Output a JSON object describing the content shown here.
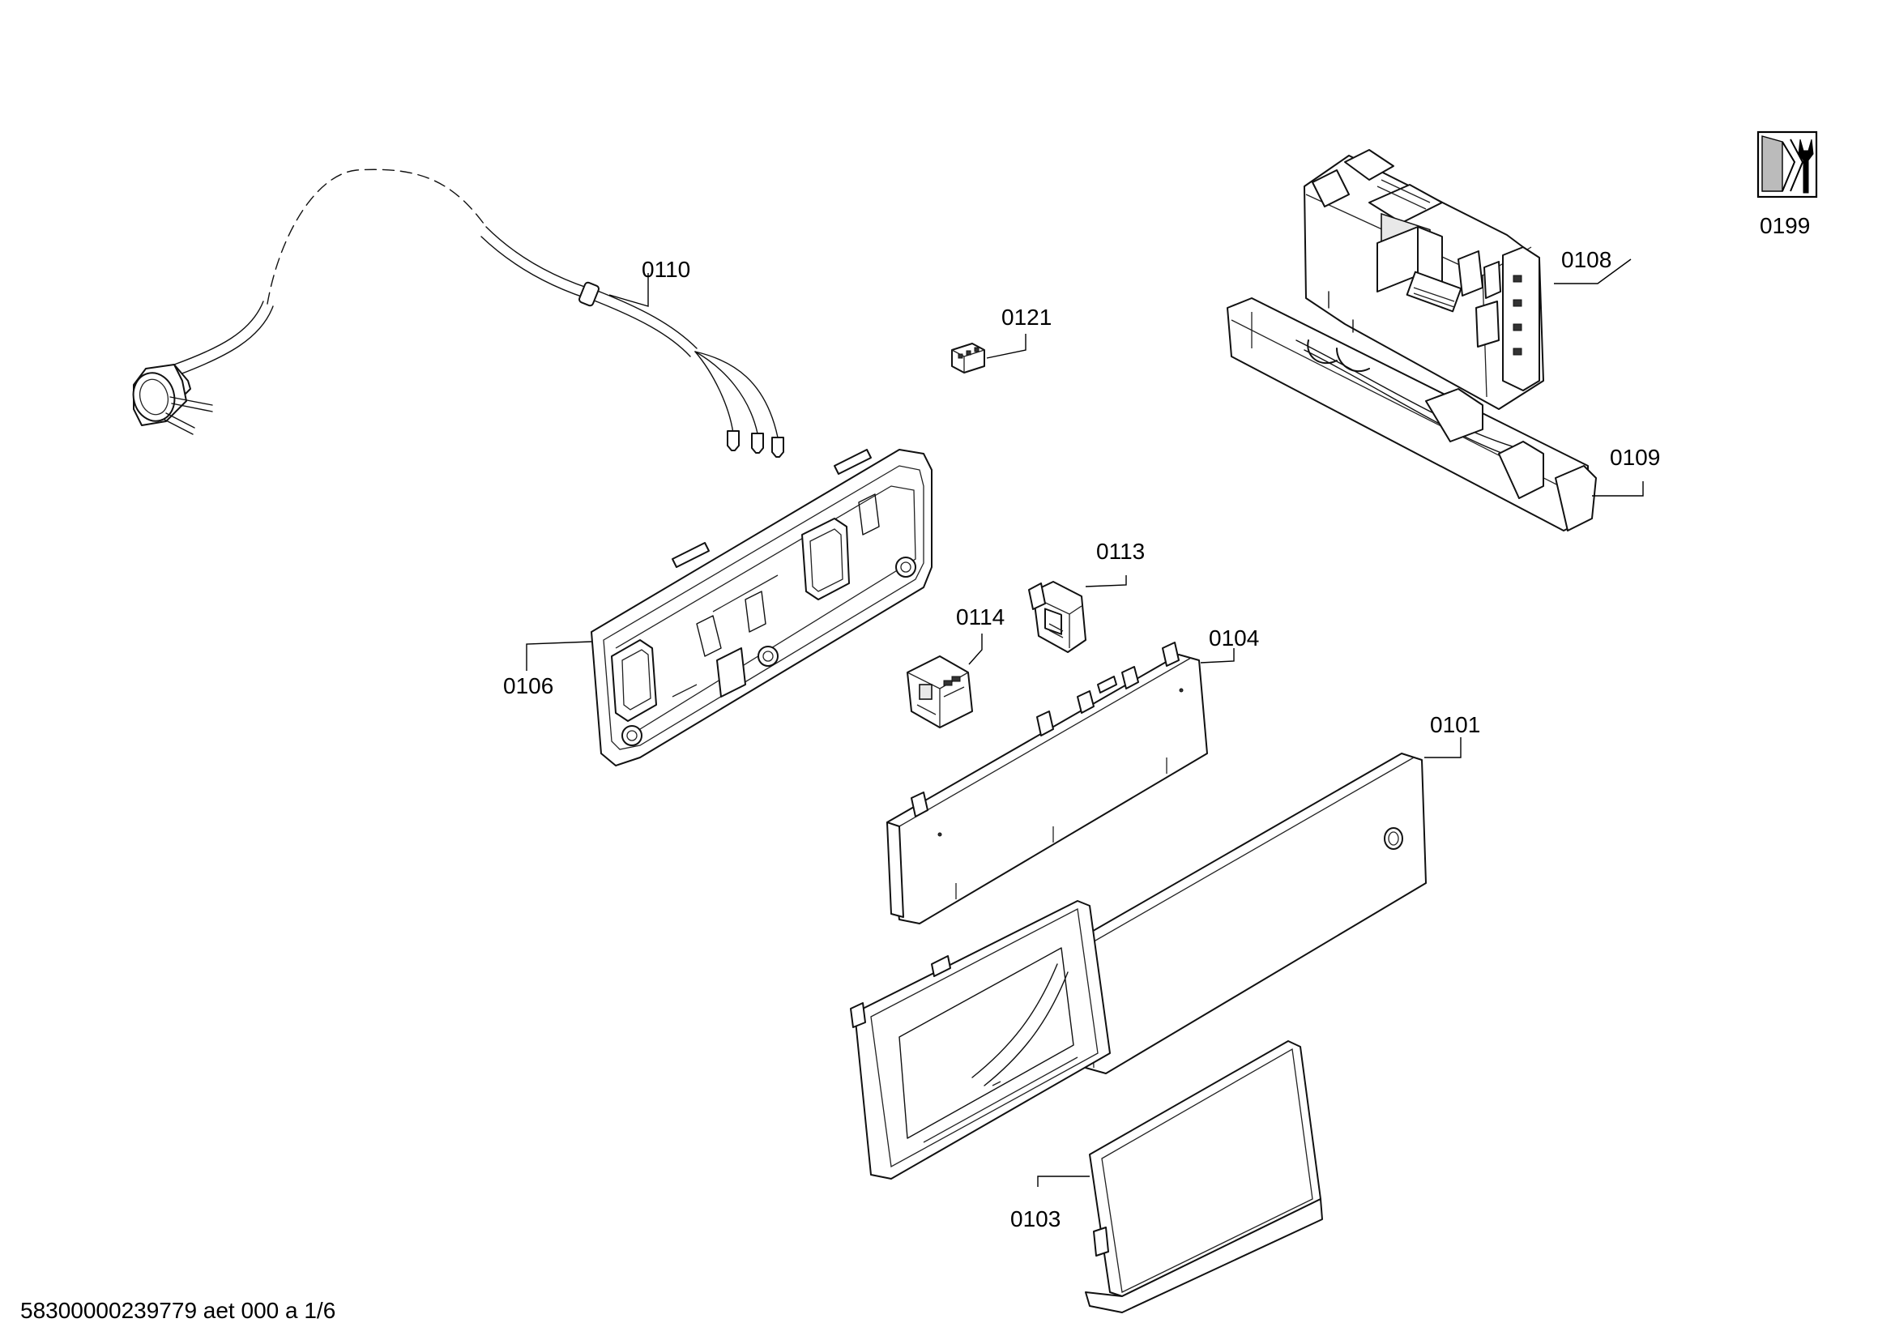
{
  "parts": [
    {
      "id": "0101",
      "label": "0101"
    },
    {
      "id": "0103",
      "label": "0103"
    },
    {
      "id": "0104",
      "label": "0104"
    },
    {
      "id": "0106",
      "label": "0106"
    },
    {
      "id": "0108",
      "label": "0108"
    },
    {
      "id": "0109",
      "label": "0109"
    },
    {
      "id": "0110",
      "label": "0110"
    },
    {
      "id": "0113",
      "label": "0113"
    },
    {
      "id": "0114",
      "label": "0114"
    },
    {
      "id": "0121",
      "label": "0121"
    }
  ],
  "service_icon": {
    "label": "0199",
    "icon": "wrench-service-icon"
  },
  "footer": {
    "document_code": "58300000239779 aet 000 a 1/6"
  }
}
